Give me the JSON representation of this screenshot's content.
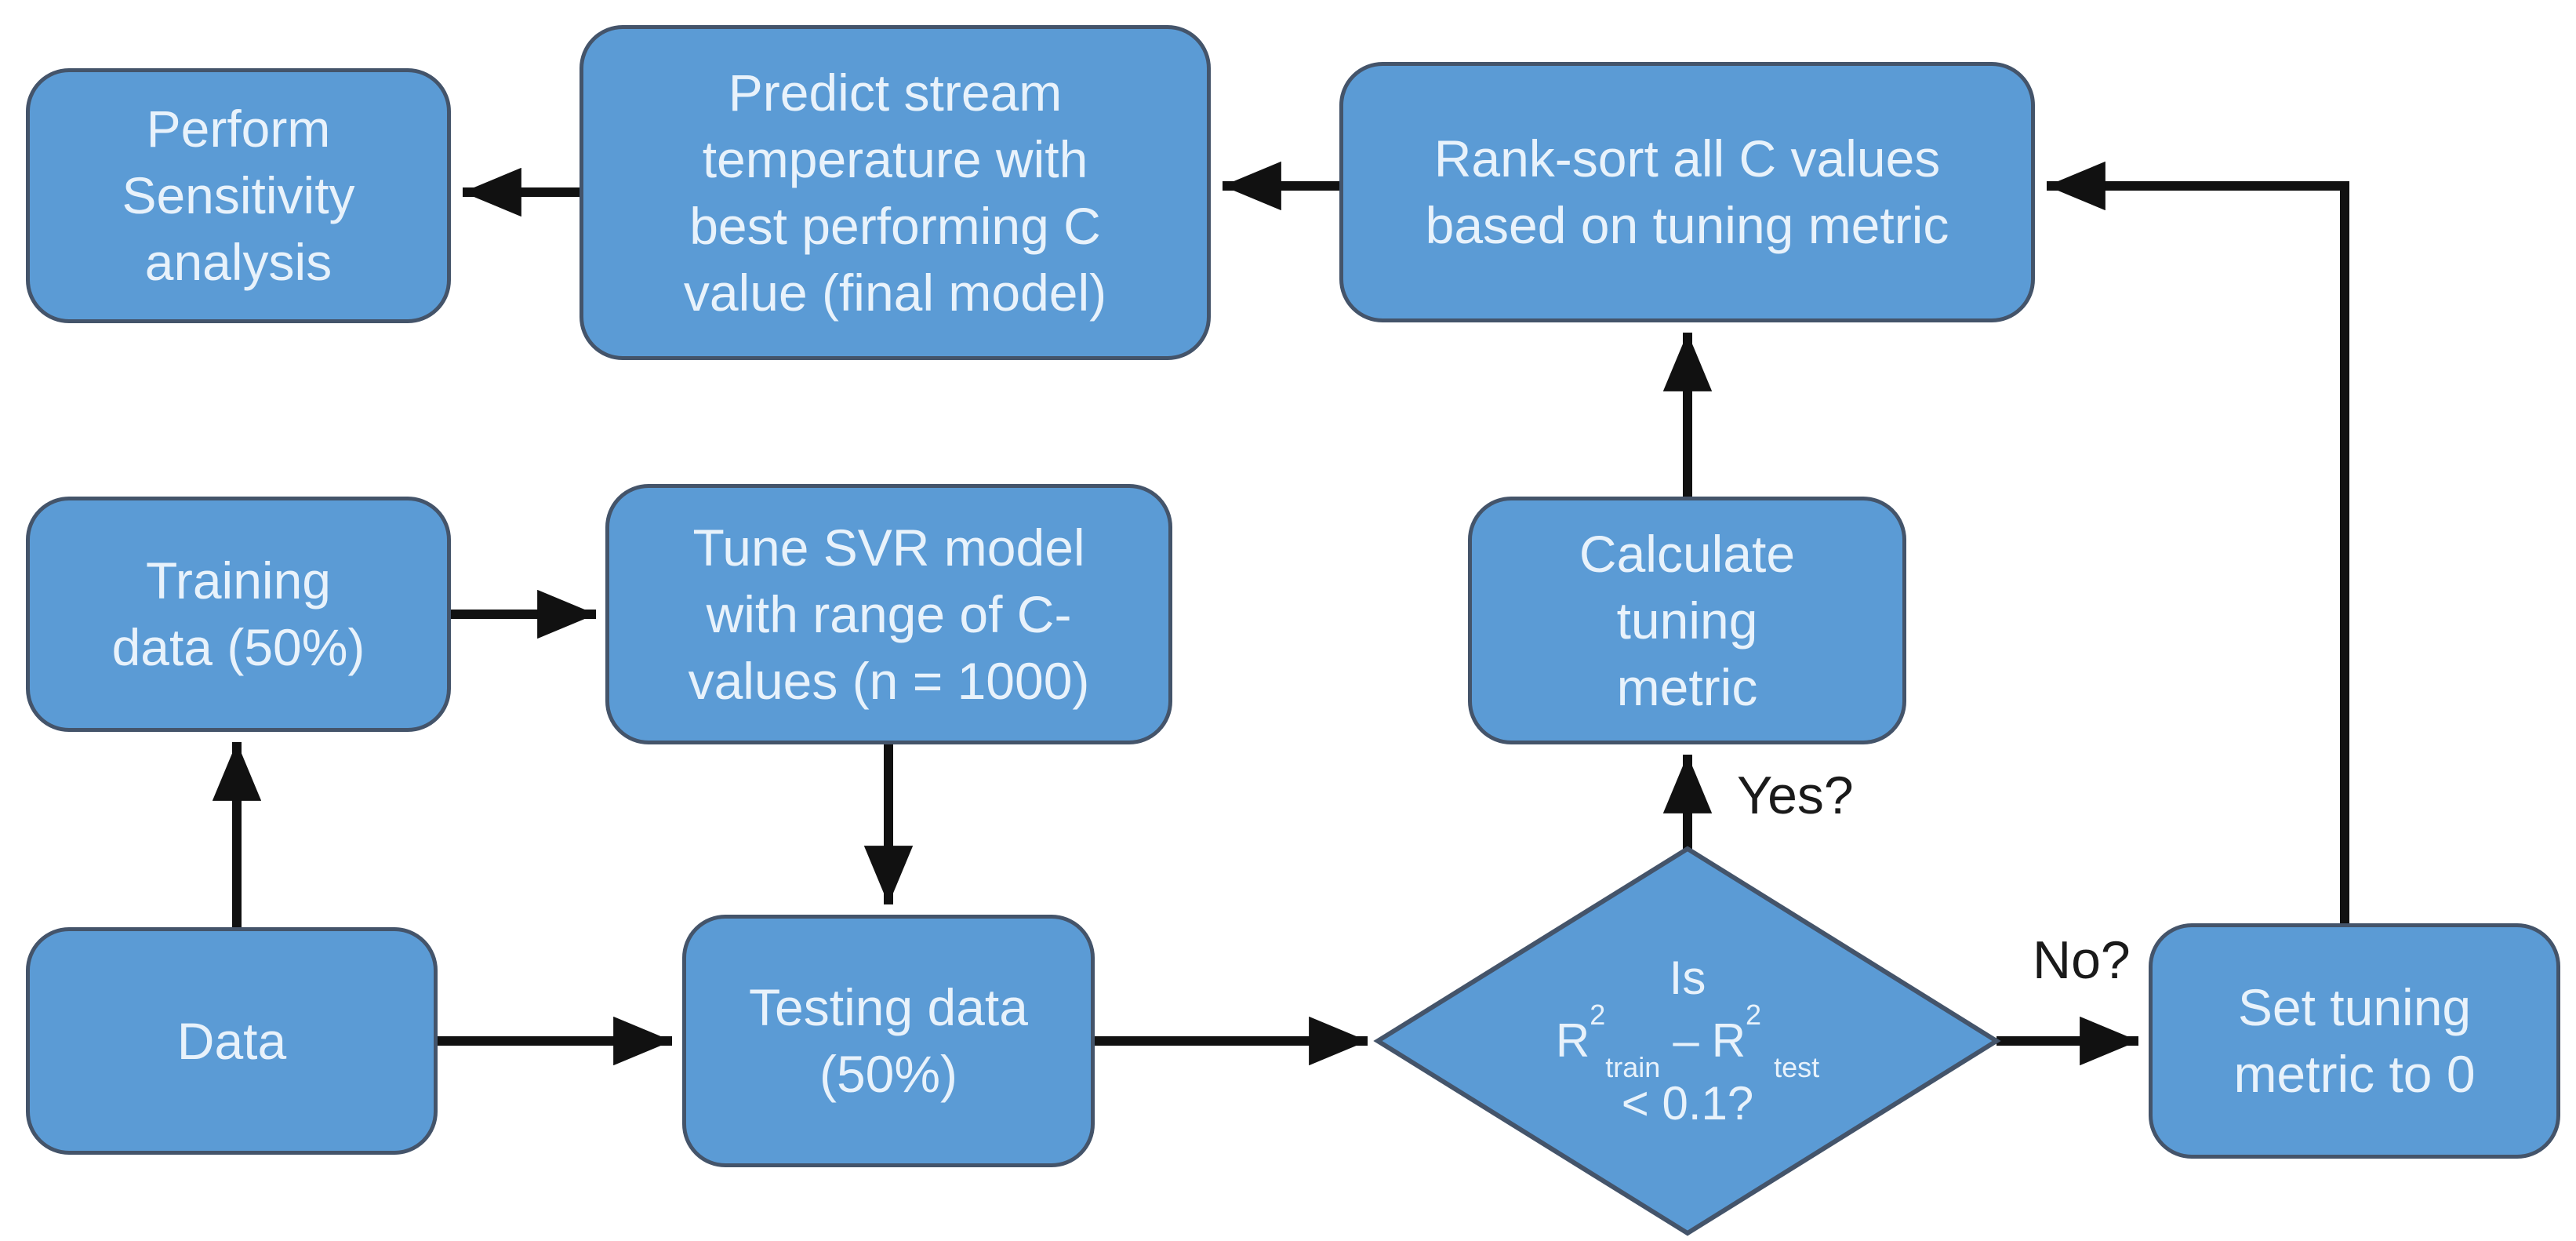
{
  "colors": {
    "background": "#ffffff",
    "node_fill": "#5B9BD5",
    "node_border": "#44546A",
    "node_text": "#E8F2FB",
    "arrow_color": "#111111",
    "label_text": "#1a1a1a"
  },
  "nodes": {
    "perform": {
      "lines": [
        "Perform",
        "Sensitivity",
        "analysis"
      ]
    },
    "predict": {
      "lines": [
        "Predict stream",
        "temperature with",
        "best performing C",
        "value (final model)"
      ]
    },
    "ranksort": {
      "lines": [
        "Rank-sort all C values",
        "based on tuning metric"
      ]
    },
    "training": {
      "lines": [
        "Training",
        "data (50%)"
      ]
    },
    "tunesvr": {
      "lines": [
        "Tune SVR model",
        "with range of C-",
        "values (n = 1000)"
      ]
    },
    "calculate": {
      "lines": [
        "Calculate",
        "tuning",
        "metric"
      ]
    },
    "data": {
      "lines": [
        "Data"
      ]
    },
    "testing": {
      "lines": [
        "Testing data",
        "(50%)"
      ]
    },
    "settuning": {
      "lines": [
        "Set tuning",
        "metric to 0"
      ]
    }
  },
  "decision": {
    "line1": "Is",
    "formula": {
      "base1": "R",
      "sup1": "2",
      "sub1": "train",
      "operator": "–",
      "base2": "R",
      "sup2": "2",
      "sub2": "test"
    },
    "line3": "< 0.1?"
  },
  "edge_labels": {
    "yes": "Yes?",
    "no": "No?"
  }
}
